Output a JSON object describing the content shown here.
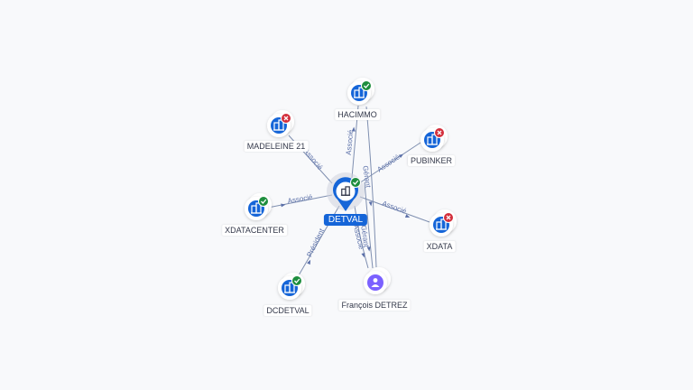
{
  "graph": {
    "center": {
      "label": "DETVAL",
      "status": "active",
      "icon": "building-icon",
      "badge": "check-icon"
    },
    "nodes": [
      {
        "id": "hacimmo",
        "label": "HACIMMO",
        "type": "company",
        "status": "active",
        "icon": "building-icon",
        "badge": "check-icon"
      },
      {
        "id": "madeleine21",
        "label": "MADELEINE 21",
        "type": "company",
        "status": "closed",
        "icon": "building-icon",
        "badge": "close-icon"
      },
      {
        "id": "pubinker",
        "label": "PUBINKER",
        "type": "company",
        "status": "closed",
        "icon": "building-icon",
        "badge": "close-icon"
      },
      {
        "id": "xdatacenter",
        "label": "XDATACENTER",
        "type": "company",
        "status": "active",
        "icon": "building-icon",
        "badge": "check-icon"
      },
      {
        "id": "xdata",
        "label": "XDATA",
        "type": "company",
        "status": "closed",
        "icon": "building-icon",
        "badge": "close-icon"
      },
      {
        "id": "dcdetval",
        "label": "DCDETVAL",
        "type": "company",
        "status": "active",
        "icon": "building-icon",
        "badge": "check-icon"
      },
      {
        "id": "francois",
        "label": "François DETREZ",
        "type": "person",
        "status": "person",
        "icon": "person-icon",
        "badge": ""
      }
    ],
    "edges": [
      {
        "target": "hacimmo",
        "label": "Associé"
      },
      {
        "target": "madeleine21",
        "label": "Associé"
      },
      {
        "target": "pubinker",
        "label": "Associé"
      },
      {
        "target": "xdatacenter",
        "label": "Associé"
      },
      {
        "target": "xdata",
        "label": "Associé"
      },
      {
        "target": "dcdetval",
        "label": "Président"
      },
      {
        "target": "francois",
        "label": "Gérant"
      },
      {
        "target": "francois",
        "label": "Associé"
      },
      {
        "target": "francois",
        "label": "Gérant"
      }
    ]
  },
  "colors": {
    "node_blue": "#1565d8",
    "active_badge": "#1e8e3e",
    "closed_badge": "#d32f3c",
    "person_purple": "#7b61ff",
    "edge": "#7f8fb0",
    "edge_label": "#5a6fa8"
  }
}
